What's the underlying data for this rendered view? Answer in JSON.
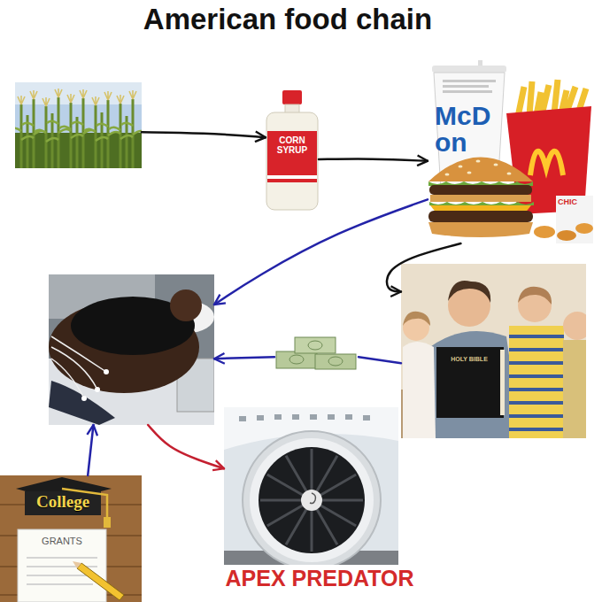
{
  "diagram": {
    "title": "American food chain",
    "nodes": [
      {
        "text": []
      },
      {
        "text": [
          "CORN SYRUP"
        ]
      },
      {
        "text": [
          "McD on",
          "CHIC"
        ]
      },
      {
        "text": []
      },
      {
        "text": [
          "HOLY BIBLE"
        ]
      },
      {
        "text": []
      },
      {
        "text": [
          "APEX PREDATOR"
        ]
      },
      {
        "text": [
          "College",
          "GRANTS"
        ]
      }
    ],
    "edges": [
      {
        "from": 0,
        "to": 1,
        "arrow": "to"
      },
      {
        "from": 1,
        "to": 2,
        "arrow": "to"
      },
      {
        "from": 2,
        "to": 3,
        "arrow": "to"
      },
      {
        "from": 2,
        "to": 4,
        "arrow": "to"
      },
      {
        "from": 4,
        "to": 5,
        "arrow": "none"
      },
      {
        "from": 5,
        "to": 3,
        "arrow": "to"
      },
      {
        "from": 3,
        "to": 6,
        "arrow": "to"
      },
      {
        "from": 7,
        "to": 3,
        "arrow": "to"
      }
    ]
  }
}
